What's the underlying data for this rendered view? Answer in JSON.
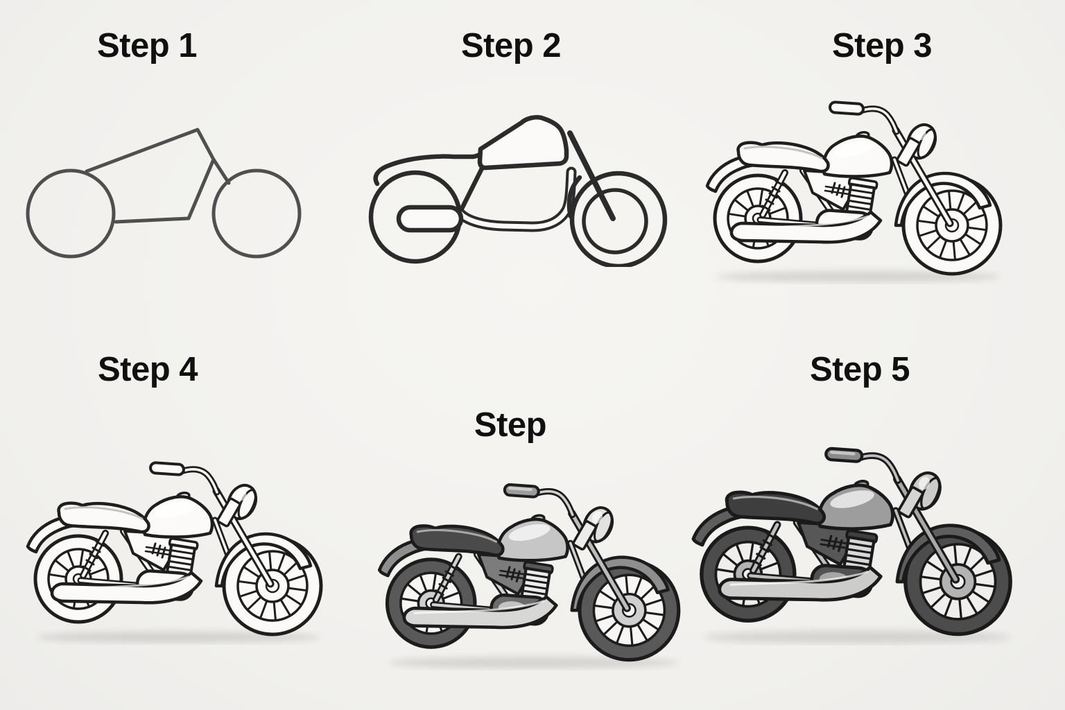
{
  "page": {
    "background": "#f3f2ef",
    "title_color": "#101010",
    "description": "Five-step motorcycle drawing tutorial sheet"
  },
  "steps": [
    {
      "label": "Step 1",
      "variant": "sketch-shapes"
    },
    {
      "label": "Step 2",
      "variant": "sketch-outline"
    },
    {
      "label": "Step 3",
      "variant": "line"
    },
    {
      "label": "Step 4",
      "variant": "line"
    },
    {
      "label": "Step",
      "variant": "shaded"
    },
    {
      "label": "Step 5",
      "variant": "dark"
    }
  ],
  "palette": {
    "background": "#f3f2ef",
    "sketch_stroke_step1": "#4f4f4f",
    "sketch_stroke_step2": "#2b2b2b",
    "paper_white": "#fbfaf8",
    "variants": {
      "line": {
        "line": "#1e1e1e",
        "tire": "#fbfaf8",
        "rim": "#fbfaf8",
        "hub": "#fbfaf8",
        "fender": "#fbfaf8",
        "seat": "#fbfaf8",
        "tank": "#fbfaf8",
        "cover": "#fbfaf8",
        "fins": "#fbfaf8",
        "cap": "#fbfaf8",
        "case": "#fbfaf8",
        "casehi": "#fbfaf8",
        "exhaust": "#fbfaf8",
        "forkin": "#fbfaf8",
        "sleeve": "#fbfaf8",
        "tube": "#fbfaf8",
        "grip": "#fbfaf8",
        "headlight": "#fbfaf8"
      },
      "shaded": {
        "line": "#1c1c1c",
        "tire": "#595959",
        "rim": "#f7f6f4",
        "hub": "#cfcfcf",
        "fender": "#8e8e8e",
        "seat": "#4a4a4a",
        "tank": "#c6c6c6",
        "cover": "#7c7c7c",
        "fins": "#ececec",
        "cap": "#585858",
        "case": "#6b6b6b",
        "casehi": "#c2c2c2",
        "exhaust": "#d7d7d6",
        "forkin": "#bdbdbd",
        "sleeve": "#ececea",
        "tube": "#d2d2d2",
        "grip": "#9c9c9c",
        "headlight": "#e2e2e0"
      },
      "dark": {
        "line": "#1a1a1a",
        "tire": "#4c4c4c",
        "rim": "#efeeec",
        "hub": "#b3b3b3",
        "fender": "#5e5e5e",
        "seat": "#3e3e3e",
        "tank": "#9d9d9d",
        "cover": "#575757",
        "fins": "#d8d8d8",
        "cap": "#3f3f3f",
        "case": "#525252",
        "casehi": "#a6a6a6",
        "exhaust": "#cccccb",
        "forkin": "#a8a8a8",
        "sleeve": "#d5d5d3",
        "tube": "#bfbfbf",
        "grip": "#8a8a8a",
        "headlight": "#cbcbc9"
      }
    }
  }
}
